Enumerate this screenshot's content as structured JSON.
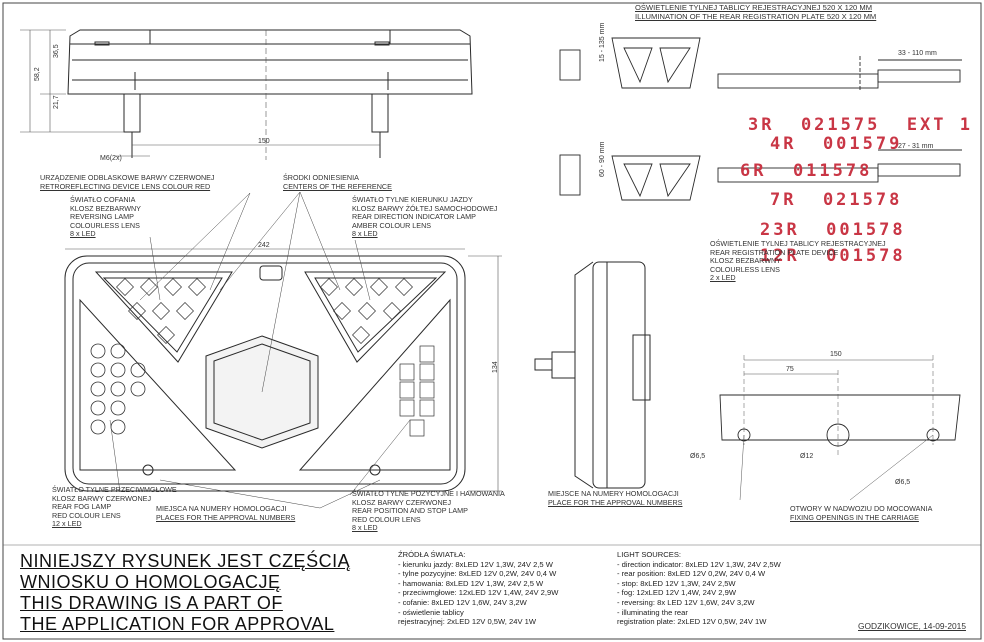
{
  "title_block": {
    "plate_pl": "OŚWIETLENIE TYLNEJ TABLICY REJESTRACYJNEJ 520 X 120 MM",
    "plate_en": "ILLUMINATION OF THE REAR REGISTRATION PLATE 520 X 120 MM"
  },
  "dimensions": {
    "h_total": "58,2",
    "h_upper": "36,5",
    "h_lower": "21,7",
    "bolt_spacing": "150",
    "thread": "M6(2x)",
    "width": "242",
    "height": "134",
    "bracket_range1": "15 - 135 mm",
    "bracket_range2": "60 - 90 mm",
    "plate_offset1": "33 - 110 mm",
    "plate_offset2": "27 - 31 mm",
    "hole_spacing": "150",
    "hole_half": "75",
    "hole_d1": "Ø6,5",
    "hole_d2": "Ø12",
    "hole_d3": "Ø6,5"
  },
  "stamps": [
    "3R  021575  EXT 1",
    "4R  001579",
    "6R  011578",
    "7R  021578",
    "23R  001578",
    "12R  001578"
  ],
  "callouts": {
    "retro": [
      "URZĄDZENIE ODBLASKOWE BARWY CZERWONEJ",
      "RETROREFLECTING DEVICE LENS COLOUR RED"
    ],
    "centers": [
      "ŚRODKI ODNIESIENIA",
      "CENTERS OF THE REFERENCE"
    ],
    "reversing": [
      "ŚWIATŁO COFANIA",
      "KLOSZ BEZBARWNY",
      "REVERSING LAMP",
      "COLOURLESS LENS",
      "8 x LED"
    ],
    "indicator": [
      "ŚWIATŁO TYLNE KIERUNKU JAZDY",
      "KLOSZ BARWY ŻÓŁTEJ SAMOCHODOWEJ",
      "REAR DIRECTION INDICATOR LAMP",
      "AMBER COLOUR LENS",
      "8 x LED"
    ],
    "plate_light": [
      "OŚWIETLENIE TYLNEJ TABLICY REJESTRACYJNEJ",
      "REAR REGISTRATION PLATE DEVICE",
      "KLOSZ BEZBARWNY",
      "COLOURLESS LENS",
      "2 x LED"
    ],
    "fog": [
      "ŚWIATŁO TYLNE PRZECIWMGŁOWE",
      "KLOSZ BARWY CZERWONEJ",
      "REAR FOG LAMP",
      "RED COLOUR LENS",
      "12 x LED"
    ],
    "approval_pl": [
      "MIEJSCA NA NUMERY HOMOLOGACJI",
      "PLACES FOR THE APPROVAL NUMBERS"
    ],
    "position": [
      "ŚWIATŁO TYLNE POZYCYJNE I HAMOWANIA",
      "KLOSZ BARWY CZERWONEJ",
      "REAR POSITION AND STOP LAMP",
      "RED COLOUR LENS",
      "8 x LED"
    ],
    "approval_place": [
      "MIEJSCE NA NUMERY HOMOLOGACJI",
      "PLACE FOR THE APPROVAL NUMBERS"
    ],
    "openings": [
      "OTWORY W NADWOZIU DO MOCOWANIA",
      "FIXING OPENINGS IN THE CARRIAGE"
    ]
  },
  "statement": [
    "NINIEJSZY RYSUNEK JEST CZĘŚCIĄ",
    "WNIOSKU O  HOMOLOGACJĘ",
    "THIS DRAWING IS A PART OF",
    " THE APPLICATION FOR  APPROVAL"
  ],
  "sources_pl": [
    "ŹRÓDŁA ŚWIATŁA:",
    "- kierunku jazdy: 8xLED 12V 1,3W, 24V 2,5 W",
    "- tylne pozycyjne: 8xLED 12V 0,2W, 24V 0,4 W",
    "- hamowania: 8xLED 12V 1,3W, 24V 2,5 W",
    "- przeciwmgłowe: 12xLED 12V 1,4W, 24V 2,9W",
    "- cofanie: 8xLED 12V 1,6W, 24V 3,2W",
    "- oświetlenie tablicy",
    "  rejestracyjnej: 2xLED 12V 0,5W,  24V 1W"
  ],
  "sources_en": [
    "LIGHT SOURCES:",
    "- direction indicator: 8xLED 12V 1,3W, 24V 2,5W",
    "- rear position: 8xLED 12V 0,2W, 24V 0,4 W",
    "- stop: 8xLED 12V  1,3W, 24V 2,5W",
    "- fog: 12xLED 12V 1,4W, 24V 2,9W",
    "- reversing: 8x LED 12V 1,6W, 24V 3,2W",
    "- illuminating the rear",
    "  registration plate: 2xLED 12V 0,5W, 24V 1W"
  ],
  "footer": "GODZIKOWICE,  14-09-2015",
  "colors": {
    "line": "#2a2a2a",
    "stamp": "#c93645",
    "frame": "#444444"
  }
}
